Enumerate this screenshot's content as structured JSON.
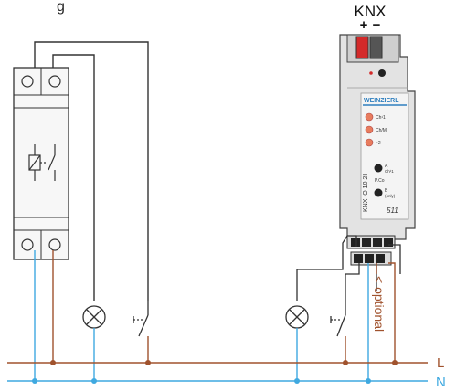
{
  "top_label_left": "g",
  "knx": {
    "title": "KNX",
    "plus": "+",
    "minus": "−"
  },
  "device": {
    "brand": "WEINZIERL",
    "led1": "Ch¹1",
    "led2": "Ch/M",
    "led3": "~2",
    "model": "KNX IO 10 2I",
    "button_a_letter": "A",
    "button_a_label": "Ch¹1",
    "button_b_letter": "B",
    "button_b_label": "(only)",
    "prog_label": "P.Co",
    "number": "511"
  },
  "optional_label": "< optional",
  "line_L": "L",
  "line_N": "N",
  "colors": {
    "L_line": "#a0522d",
    "N_line": "#3fa9e0",
    "wire": "#333333",
    "device_body": "#e6e6e6",
    "knx_red": "#d32a2a",
    "led": "#e87c5e",
    "brand_bar": "#2e7fbf"
  }
}
